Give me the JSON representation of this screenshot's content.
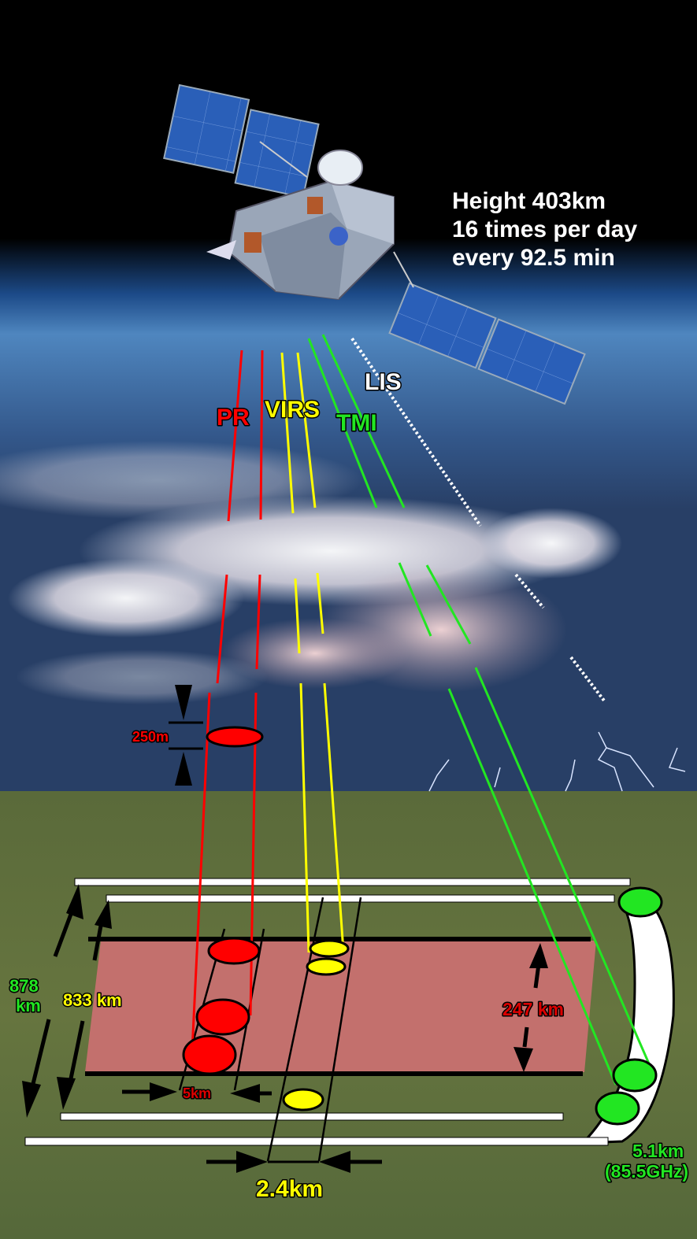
{
  "info": {
    "line1": "Height 403km",
    "line2": "16 times per day",
    "line3": "every 92.5 min"
  },
  "instruments": {
    "pr": "PR",
    "virs": "VIRS",
    "tmi": "TMI",
    "lis": "LIS"
  },
  "measurements": {
    "pr_vertical": "250m",
    "tmi_swath_width_line1": "878",
    "tmi_swath_width_line2": "km",
    "virs_swath_width": "833 km",
    "pr_swath_width": "247 km",
    "pr_footprint": "5km",
    "virs_footprint": "2.4km",
    "tmi_footprint": "5.1km",
    "tmi_frequency": "(85.5GHz)"
  },
  "colors": {
    "pr": "#ff0000",
    "virs": "#ffff00",
    "tmi": "#00e000",
    "lis": "#ffffff",
    "swath": "#c87070"
  }
}
